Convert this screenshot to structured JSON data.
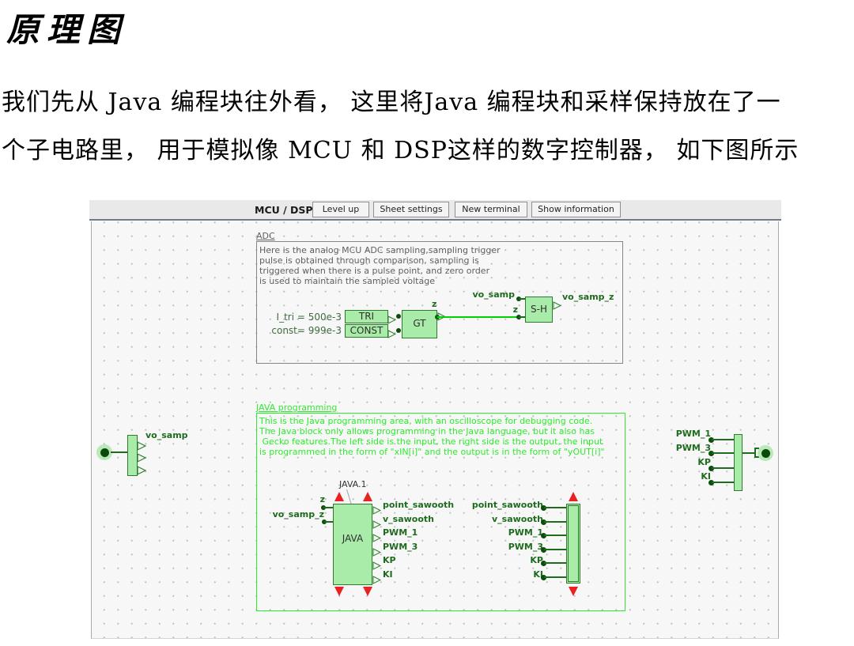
{
  "doc": {
    "title": "原理图",
    "body_lines": [
      "我们先从 Java 编程块往外看， 这里将Java 编程块和采样保持放在了一",
      "个子电路里， 用于模拟像 MCU 和 DSP这样的数字控制器， 如下图所示"
    ]
  },
  "toolbar": {
    "sheet_title": "MCU / DSP",
    "buttons": {
      "level_up": "Level up",
      "sheet_settings": "Sheet settings",
      "new_terminal": "New terminal",
      "show_information": "Show information"
    }
  },
  "adc_group": {
    "label": "ADC",
    "lines": [
      "Here is the analog MCU ADC sampling,sampling trigger",
      "pulse is obtained through comparison, sampling is",
      "triggered when there is a pulse point, and zero order",
      "is used to maintain the sampled voltage"
    ],
    "param_tri": "I_tri = 500e-3",
    "param_const": "const= 999e-3",
    "tri": "TRI",
    "const": "CONST",
    "gt": "GT",
    "sh": "S-H",
    "z_out": "z",
    "z_in": "z",
    "vo_samp": "vo_samp",
    "vo_samp_z": "vo_samp_z"
  },
  "java_group": {
    "label": "JAVA programming",
    "lines": [
      "This is the Java programming area, with an oscilloscope for debugging code.",
      "The Java block only allows programming in the Java language, but it also has",
      " Gecko features.The left side is the input, the right side is the output, the input",
      "is programmed in the form of \"xIN[i]\" and the output is in the form of \"yOUT[i]\""
    ],
    "block_name": "JAVA.1",
    "block_label": "JAVA",
    "in_ports": [
      "z",
      "vo_samp_z"
    ],
    "out_ports": [
      "point_sawooth",
      "v_sawooth",
      "PWM_1",
      "PWM_3",
      "KP",
      "KI"
    ],
    "scope_ports": [
      "point_sawooth",
      "v_sawooth",
      "PWM_1",
      "PWM_3",
      "KP",
      "KI"
    ]
  },
  "io": {
    "input_label": "vo_samp",
    "output_labels": [
      "PWM_1",
      "PWM_3",
      "KP",
      "KI"
    ]
  },
  "colors": {
    "block_fill": "#a9eba9",
    "block_border": "#2d7a2d",
    "wire_green": "#1e6b1e",
    "bright_wire": "#00d400",
    "annotation_green": "#2ced2c",
    "annotation_gray": "#5f5f5f",
    "arrow_red": "#e82222"
  }
}
